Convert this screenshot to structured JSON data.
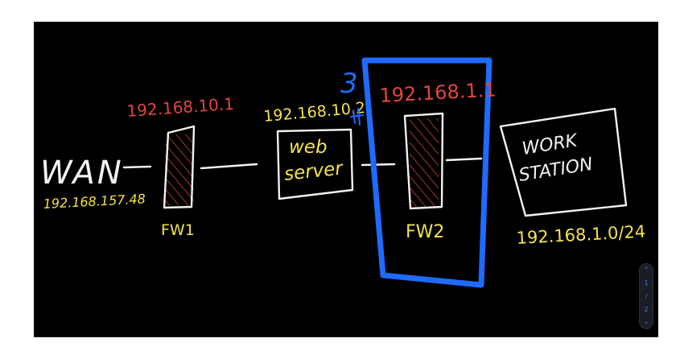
{
  "whiteboard": {
    "labels": {
      "wan": "WAN",
      "wan_ip": "192.168.157.48",
      "fw1": "FW1",
      "fw1_ip": "192.168.10.1",
      "web_server_ip": "192.168.10.2",
      "web_server": [
        "web",
        "server"
      ],
      "fw2": "FW2",
      "fw2_ip": "192.168.1.1",
      "workstation": [
        "WORK",
        "STATION"
      ],
      "workstation_net": "192.168.1.0/24",
      "annotation_number": "3"
    },
    "colors": {
      "background": "#000000",
      "ink_white": "#f2f2f2",
      "ink_yellow": "#f5e34a",
      "ink_red": "#e0463b",
      "ink_blue": "#1f6bff"
    }
  },
  "pager": {
    "up_icon": "chevron-up-icon",
    "down_icon": "chevron-down-icon",
    "current": "1",
    "separator": "/",
    "total": "2"
  }
}
